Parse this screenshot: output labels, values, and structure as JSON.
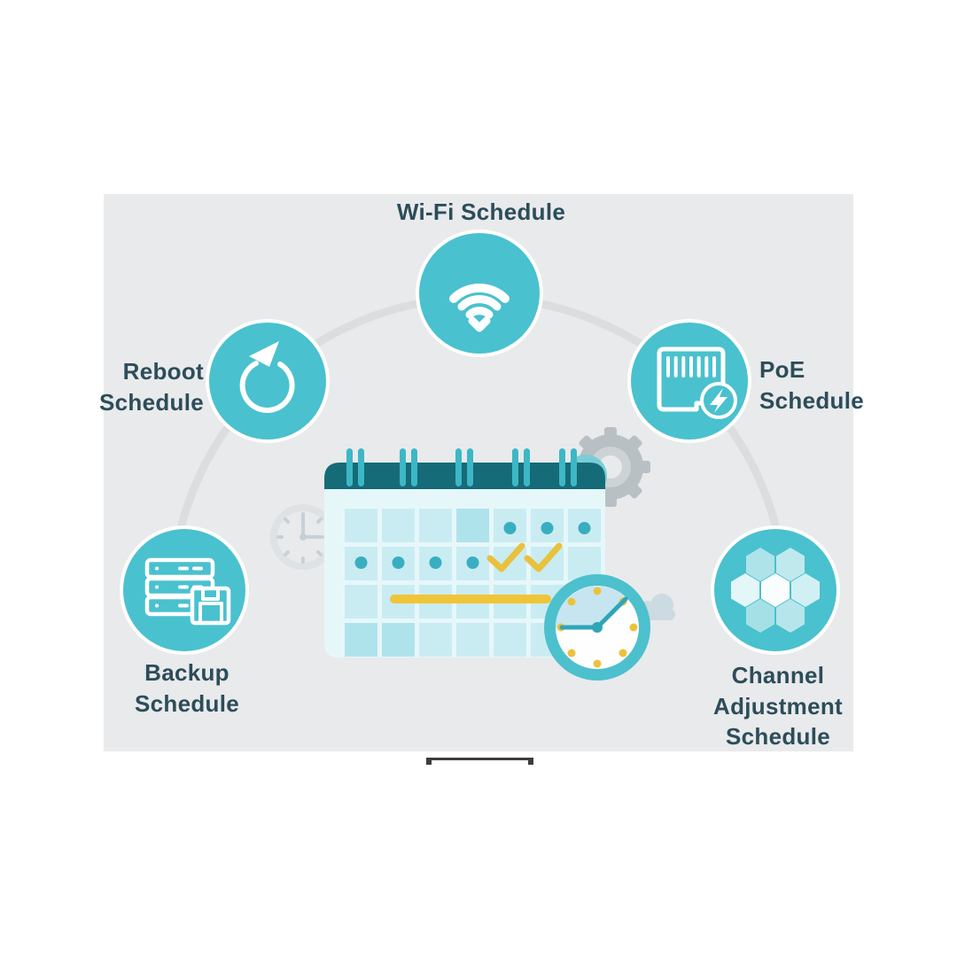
{
  "diagram": {
    "title_context": "Schedule features diagram",
    "labels": {
      "wifi": [
        "Wi-Fi Schedule"
      ],
      "reboot": [
        "Reboot",
        "Schedule"
      ],
      "poe": [
        "PoE",
        "Schedule"
      ],
      "backup": [
        "Backup",
        "Schedule"
      ],
      "channel": [
        "Channel",
        "Adjustment",
        "Schedule"
      ]
    },
    "nodes": [
      {
        "id": "wifi",
        "icon": "wifi-icon",
        "label": "Wi-Fi Schedule"
      },
      {
        "id": "reboot",
        "icon": "reboot-arrow-icon",
        "label": "Reboot Schedule"
      },
      {
        "id": "poe",
        "icon": "ethernet-port-lightning-icon",
        "label": "PoE Schedule"
      },
      {
        "id": "backup",
        "icon": "server-floppy-icon",
        "label": "Backup Schedule"
      },
      {
        "id": "channel",
        "icon": "hexagon-honeycomb-icon",
        "label": "Channel Adjustment Schedule"
      }
    ],
    "center_illustration": {
      "icons": [
        "calendar-icon",
        "clock-icon",
        "gear-icon",
        "cloud-icon",
        "faint-clock-icon"
      ],
      "calendar": {
        "columns": 7,
        "rows": 4,
        "dots_row1_columns": [
          5,
          6,
          7
        ],
        "dots_row2_columns": [
          1,
          2,
          3,
          4
        ],
        "checkmarks_row2_columns": [
          5,
          6
        ],
        "highlight_bar_row": 3
      }
    },
    "colors": {
      "panel_bg": "#E9EAEC",
      "arc": "#DBDDDE",
      "node_teal": "#4AC1CE",
      "node_ring": "#FFFFFF",
      "label_text": "#2C4D59",
      "calendar_header": "#156B77",
      "calendar_body": "#E6F7FA",
      "calendar_cell": "#C9ECF2",
      "calendar_cell_dark": "#AFE3EC",
      "calendar_ring": "#3DB7C6",
      "calendar_dot": "#39AEC1",
      "accent_yellow": "#EFC437",
      "clock_ring": "#4DC0CD",
      "clock_sector": "#C7E5F0",
      "gear_gray": "#B9C0C3",
      "cloud": "#CBDBE1",
      "stand": "#3C3C3C"
    }
  }
}
